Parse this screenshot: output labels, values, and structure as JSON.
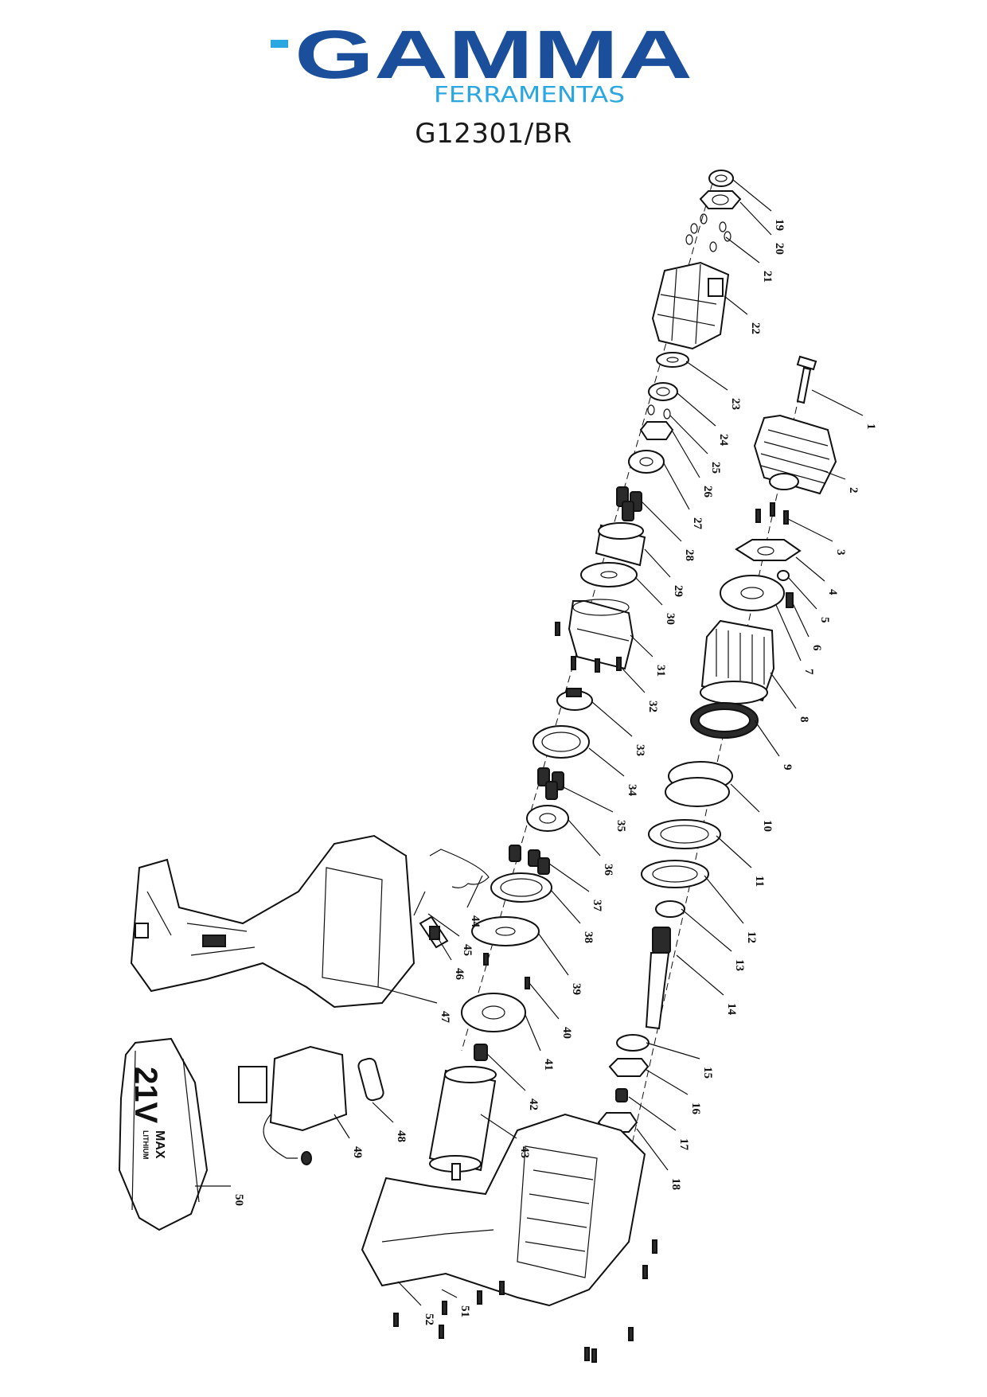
{
  "brand": {
    "name": "GAMMA",
    "tagline": "FERRAMENTAS",
    "primary_color": "#1b4f9c",
    "accent_color": "#2aa6e0"
  },
  "model_code": "G12301/BR",
  "battery_print": {
    "voltage": "21V",
    "max": "MAX",
    "chem": "LITHIUM"
  },
  "labels": [
    "1",
    "2",
    "3",
    "4",
    "5",
    "6",
    "7",
    "8",
    "9",
    "10",
    "11",
    "12",
    "13",
    "14",
    "15",
    "16",
    "17",
    "18",
    "19",
    "20",
    "21",
    "22",
    "23",
    "24",
    "25",
    "26",
    "27",
    "28",
    "29",
    "30",
    "31",
    "32",
    "33",
    "34",
    "35",
    "36",
    "37",
    "38",
    "39",
    "40",
    "41",
    "42",
    "43",
    "44",
    "45",
    "46",
    "47",
    "48",
    "49",
    "50",
    "51",
    "52"
  ]
}
